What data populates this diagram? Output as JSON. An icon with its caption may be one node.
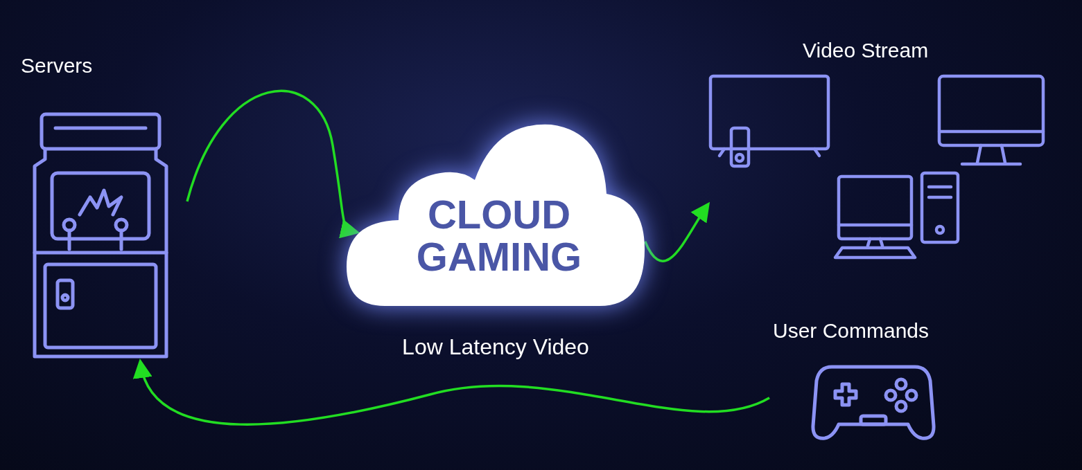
{
  "diagram": {
    "nodes": [
      {
        "text": [
          "Servers"
        ]
      },
      {
        "text": [
          "CLOUD GAMING"
        ],
        "beside": [
          "Low Latency Video"
        ]
      },
      {
        "text": [
          "Video Stream"
        ]
      },
      {
        "text": [
          "User Commands"
        ]
      }
    ],
    "edges": [
      {
        "from": 0,
        "to": 1,
        "arrow": "to"
      },
      {
        "from": 1,
        "to": 2,
        "arrow": "to"
      },
      {
        "from": 3,
        "to": 0,
        "arrow": "to"
      }
    ]
  }
}
